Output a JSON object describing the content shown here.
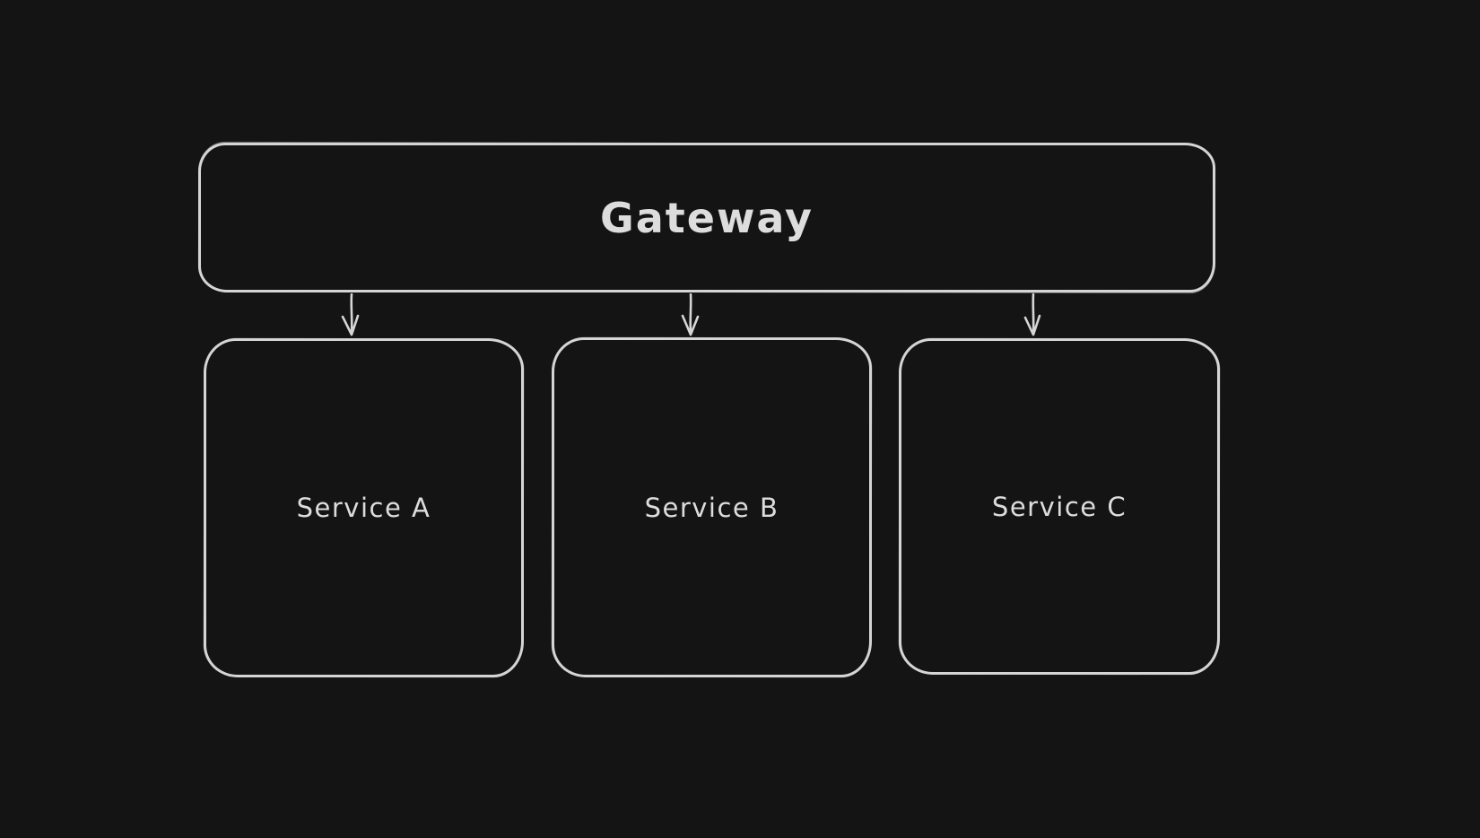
{
  "theme": {
    "canvas-bg": "#141414",
    "stroke": "#d5d5d5",
    "text": "#dddddd"
  },
  "diagram": {
    "type": "flowchart",
    "style": "hand-drawn",
    "nodes": [
      {
        "id": "gateway",
        "label": "Gateway"
      },
      {
        "id": "service-a",
        "label": "Service A"
      },
      {
        "id": "service-b",
        "label": "Service B"
      },
      {
        "id": "service-c",
        "label": "Service C"
      }
    ],
    "edges": [
      {
        "from": "gateway",
        "to": "service-a",
        "direction": "down"
      },
      {
        "from": "gateway",
        "to": "service-b",
        "direction": "down"
      },
      {
        "from": "gateway",
        "to": "service-c",
        "direction": "down"
      }
    ]
  }
}
